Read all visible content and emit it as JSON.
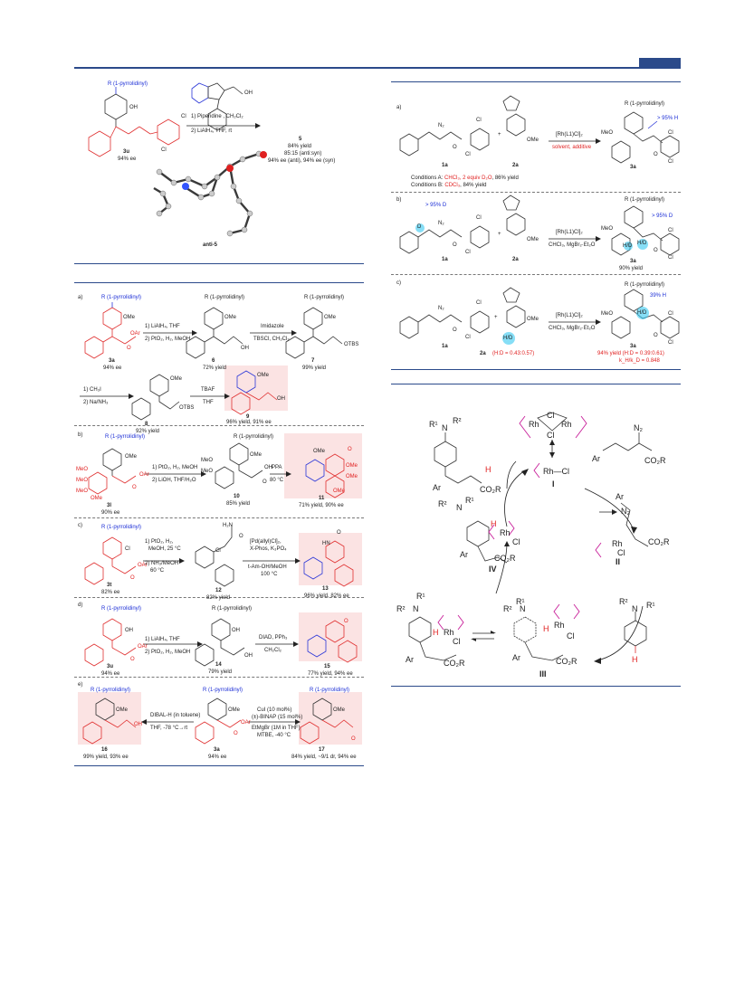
{
  "top_left": {
    "r_label": "R (1-pyrrolidinyl)",
    "oh": "OH",
    "cl1": "Cl",
    "cl2": "Cl",
    "step1": "1) Piperidine , CH₂Cl₂",
    "step2": "2) LiAlH₄, THF, rt",
    "cpd_start": "3u",
    "ee_start": "94% ee",
    "cpd_prod": "5",
    "yield_prod": "84% yield",
    "dr": "85:15 (anti:syn)",
    "ee_prod": "94% ee (anti), 94% ee (syn)",
    "oh_prod": "OH",
    "xray_label": "anti-5"
  },
  "left_panel": {
    "a": {
      "tag": "a)",
      "r": "R (1-pyrrolidinyl)",
      "ome": "OMe",
      "oar": "OAr",
      "o": "O",
      "cpd3a": "3a",
      "ee3a": "94% ee",
      "step1": "1) LiAlH₄, THF",
      "step2": "2) PtO₂, H₂, MeOH",
      "cpd6": "6",
      "y6": "72% yield",
      "r6": "R (1-pyrrolidinyl)",
      "ome6": "OMe",
      "oh6": "OH",
      "reag7a": "Imidazole",
      "reag7b": "TBSCl, CH₂Cl₂",
      "r7": "R (1-pyrrolidinyl)",
      "ome7": "OMe",
      "otbs7": "OTBS",
      "cpd7": "7",
      "y7": "99% yield",
      "step8a": "1) CH₃I",
      "step8b": "2) Na/NH₃",
      "ome8": "OMe",
      "otbs8": "OTBS",
      "cpd8": "8",
      "y8": "92% yield",
      "tbaf": "TBAF",
      "thf": "THF",
      "ome9": "OMe",
      "oh9": "OH",
      "cpd9": "9",
      "y9": "96% yield, 91% ee"
    },
    "b": {
      "tag": "b)",
      "r": "R (1-pyrrolidinyl)",
      "ome": "OMe",
      "meo1": "MeO",
      "meo2": "MeO",
      "meo3": "MeO",
      "ome2": "OMe",
      "oar": "OAr",
      "o": "O",
      "cpd": "3l",
      "ee": "90% ee",
      "step1": "1) PtO₂, H₂, MeOH",
      "step2": "2) LiOH, THF/H₂O",
      "r10": "R (1-pyrrolidinyl)",
      "meo10a": "MeO",
      "meo10b": "MeO",
      "ome10": "OMe",
      "oh10": "OH",
      "o10": "O",
      "cpd10": "10",
      "y10": "85% yield",
      "ppa": "PPA",
      "temp": "80 °C",
      "ome11": "OMe",
      "o11": "O",
      "ome11a": "OMe",
      "ome11b": "OMe",
      "ome11c": "OMe",
      "cpd11": "11",
      "y11": "71% yield, 90% ee"
    },
    "c": {
      "tag": "c)",
      "r": "R (1-pyrrolidinyl)",
      "cl": "Cl",
      "oar": "OAr",
      "o": "O",
      "cpd": "3t",
      "ee": "82% ee",
      "step1": "1) PtO₂, H₂,",
      "step1b": "MeOH, 25 °C",
      "step2": "2) NH₃/MeOH",
      "step2b": "60 °C",
      "h2n": "H₂N",
      "o12": "O",
      "cl12": "Cl",
      "cpd12": "12",
      "y12": "82% yield",
      "pd1": "[Pd(allyl)Cl]₂,",
      "pd2": "X-Phos, K₃PO₄",
      "pd3": "t-Am-OH/MeOH",
      "pd4": "100 °C",
      "hn": "HN",
      "o13": "O",
      "cpd13": "13",
      "y13": "96% yield, 82% ee"
    },
    "d": {
      "tag": "d)",
      "r": "R (1-pyrrolidinyl)",
      "oh": "OH",
      "oar": "OAr",
      "o": "O",
      "cpd": "3u",
      "ee": "94% ee",
      "step1": "1) LiAlH₄, THF",
      "step2": "2) PtO₂, H₂, MeOH",
      "r14": "R (1-pyrrolidinyl)",
      "oh14a": "OH",
      "oh14b": "OH",
      "cpd14": "14",
      "y14": "79% yield",
      "reag1": "DIAD, PPh₃",
      "reag2": "CH₂Cl₂",
      "o15": "O",
      "cpd15": "15",
      "y15": "77% yield, 94% ee"
    },
    "e": {
      "tag": "e)",
      "r16": "R (1-pyrrolidinyl)",
      "ome16": "OMe",
      "oh16": "OH",
      "cpd16": "16",
      "y16": "99% yield, 93% ee",
      "dibal": "DIBAL-H (in toluene)",
      "dibal2": "THF, -78 °C→rt",
      "r3a": "R (1-pyrrolidinyl)",
      "ome3a": "OMe",
      "oar3a": "OAr",
      "o3a": "O",
      "cpd3a": "3a",
      "ee3a": "94% ee",
      "cu1": "CuI (10 mol%)",
      "cu2": "(±)-BINAP (15 mol%)",
      "cu3": "EtMgBr (1M in THF)",
      "cu4": "MTBE, -40 °C",
      "r17": "R (1-pyrrolidinyl)",
      "ome17": "OMe",
      "o17": "O",
      "cpd17": "17",
      "y17": "84% yield, ~9/1 dr, 94% ee"
    }
  },
  "right_panel": {
    "a": {
      "tag": "a)",
      "n2": "N₂",
      "o": "O",
      "cl1": "Cl",
      "cl2": "Cl",
      "plus": "+",
      "ome": "OMe",
      "cat": "[Rh(L1)Cl]₂",
      "cond": "solvent, additive",
      "cpd1a": "1a",
      "cpd2a": "2a",
      "r": "R (1-pyrrolidinyl)",
      "h": "> 95% H",
      "meo": "MeO",
      "o3": "O",
      "cl3a": "Cl",
      "cl3b": "Cl",
      "cpd3a": "3a",
      "condA_pre": "Conditions A: ",
      "condA_red": "CHCl₃, 2 equiv D₂O",
      "condA_post": ", 86% yield",
      "condB_pre": "Conditions B: ",
      "condB_red": "CDCl₃",
      "condB_post": ", 84% yield"
    },
    "b": {
      "tag": "b)",
      "d": "> 95% D",
      "dcirc": "D",
      "n2": "N₂",
      "o": "O",
      "cl1": "Cl",
      "cl2": "Cl",
      "plus": "+",
      "ome": "OMe",
      "cat": "[Rh(L1)Cl]₂",
      "cond": "CHCl₃, MgBr₂·Et₂O",
      "cpd1a": "1a",
      "cpd2a": "2a",
      "r": "R (1-pyrrolidinyl)",
      "d3": "> 95% D",
      "meo": "MeO",
      "hd": "H/D",
      "hd2": "H/D",
      "o3": "O",
      "cl3a": "Cl",
      "cl3b": "Cl",
      "cpd3a": "3a",
      "y3a": "90% yield"
    },
    "c": {
      "tag": "c)",
      "n2": "N₂",
      "o": "O",
      "cl1": "Cl",
      "cl2": "Cl",
      "plus": "+",
      "ome": "OMe",
      "hd": "H/D",
      "cat": "[Rh(L1)Cl]₂",
      "cond": "CHCl₃, MgBr₂·Et₂O",
      "cpd1a": "1a",
      "cpd2a": "2a",
      "ratio": "(H:D = 0.43:0.57)",
      "r": "R (1-pyrrolidinyl)",
      "h3": "39% H",
      "meo": "MeO",
      "hd3": "H/D",
      "o3": "O",
      "cl3a": "Cl",
      "cl3b": "Cl",
      "cpd3a": "3a",
      "y3a": "94% yield (H:D = 0.39:0.61)",
      "kie": "k_H/k_D = 0.848"
    }
  },
  "mechanism": {
    "r1n_r2": "R¹",
    "n": "N",
    "r2": "R²",
    "ar1": "Ar",
    "h": "H",
    "co2r1": "CO₂R",
    "dimer_cl1": "Cl",
    "dimer_rh1": "Rh",
    "dimer_rh2": "Rh",
    "dimer_cl2": "Cl",
    "rhcl": "Rh—Cl",
    "cpd_I": "I",
    "ar_diazo": "Ar",
    "n2_diazo": "N₂",
    "co2r_diazo": "CO₂R",
    "n2_out": "N₂",
    "ar_II": "Ar",
    "rh_II": "Rh",
    "cl_II": "Cl",
    "co2r_II": "CO₂R",
    "cpd_II": "II",
    "r2_IV": "R²",
    "n_IV": "N",
    "r1_IV": "R¹",
    "h_IV": "H",
    "rh_IV": "Rh",
    "cl_IV": "Cl",
    "ar_IV": "Ar",
    "co2r_IV": "CO₂R",
    "cpd_IV": "IV",
    "r2_sub": "R²",
    "n_sub": "N",
    "r1_sub": "R¹",
    "h_sub": "H",
    "r1_left": "R¹",
    "r2n_left": "R²",
    "nplus": "N",
    "h_left": "H",
    "rh_left": "Rh",
    "cl_left": "Cl",
    "ar_left": "Ar",
    "co2r_left": "CO₂R",
    "r1_mid": "R¹",
    "r2n_mid": "R²",
    "n_mid": "N",
    "h_mid": "H",
    "rh_mid": "Rh",
    "cl_mid": "Cl",
    "ar_mid": "Ar",
    "co2r_mid": "CO₂R",
    "cpd_III": "III"
  }
}
